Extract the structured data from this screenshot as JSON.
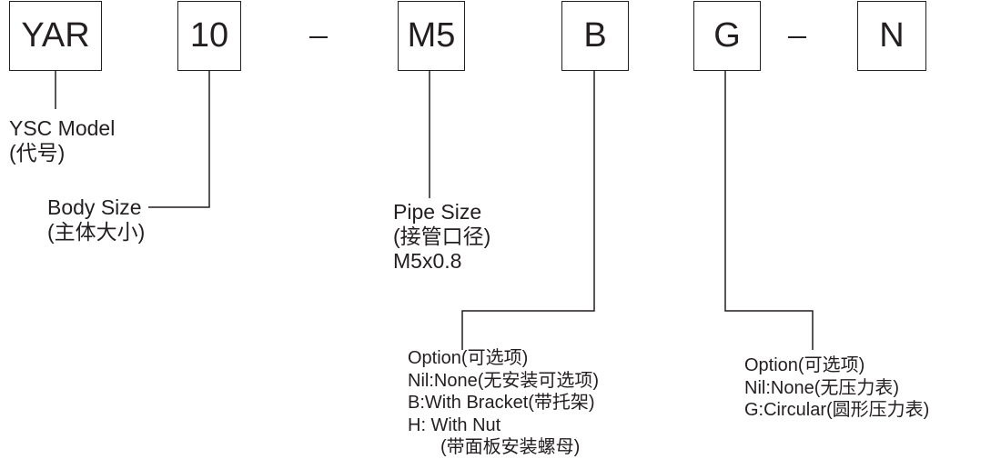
{
  "code_segments": {
    "series": "YAR",
    "body_size": "10",
    "sep1": "-",
    "pipe_size": "M5",
    "bracket_option": "B",
    "gauge_option": "G",
    "sep2": "-",
    "suffix": "N"
  },
  "labels": {
    "series": {
      "line1": "YSC Model",
      "line2": "(代号)"
    },
    "body_size": {
      "line1": "Body Size",
      "line2": "(主体大小)"
    },
    "pipe_size": {
      "line1": "Pipe Size",
      "line2": "(接管口径)",
      "line3": "M5x0.8"
    },
    "bracket_option": {
      "title": "Option(可选项)",
      "items": [
        "Nil:None(无安装可选项)",
        "B:With Bracket(带托架)",
        "H: With Nut",
        "(带面板安装螺母)"
      ]
    },
    "gauge_option": {
      "title": "Option(可选项)",
      "items": [
        "Nil:None(无压力表)",
        "G:Circular(圆形压力表)"
      ]
    }
  },
  "colors": {
    "ink": "#231f20"
  }
}
